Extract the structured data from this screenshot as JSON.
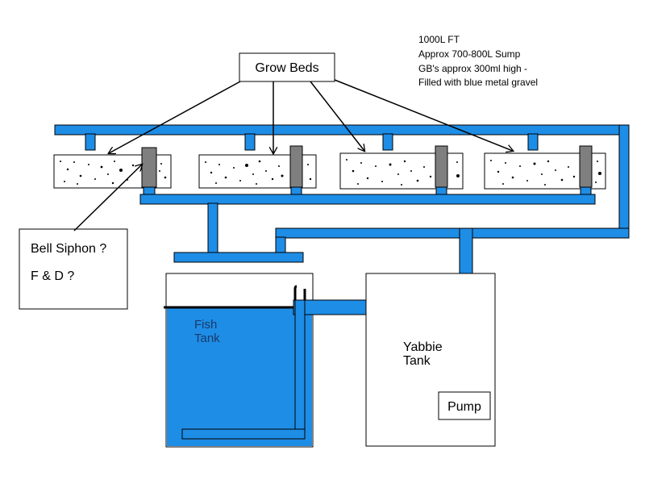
{
  "notes": {
    "line1": "1000L FT",
    "line2": "Approx 700-800L Sump",
    "line3": "GB's approx 300ml high -",
    "line4": "Filled with blue metal gravel"
  },
  "labels": {
    "grow_beds": "Grow Beds",
    "bell_siphon_1": "Bell Siphon ?",
    "bell_siphon_2": "F & D ?",
    "fish_tank_1": "Fish",
    "fish_tank_2": "Tank",
    "yabbie_tank_1": "Yabbie",
    "yabbie_tank_2": "Tank",
    "pump": "Pump"
  },
  "colors": {
    "pipe": "#1e8de6",
    "water": "#1e8de6",
    "siphon": "#7f7f7f",
    "outline": "#000000"
  }
}
